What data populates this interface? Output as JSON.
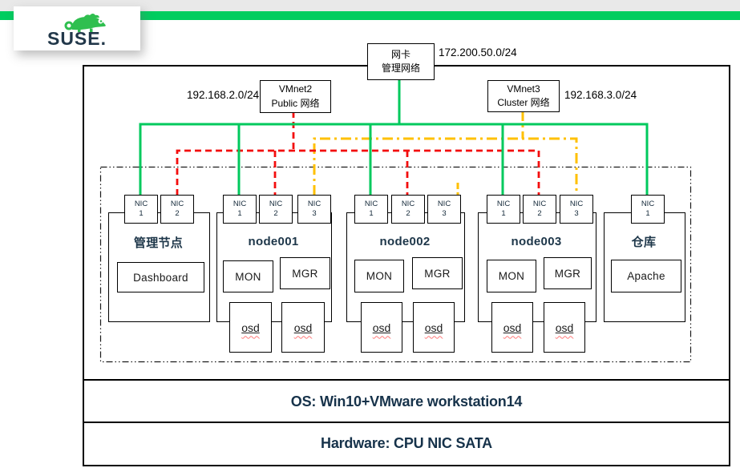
{
  "brand": {
    "wordmark": "SUSE."
  },
  "diagram": {
    "mgmt_net": {
      "label_line1": "网卡",
      "label_line2": "管理网络",
      "subnet": "172.200.50.0/24"
    },
    "public_net": {
      "label_line1": "VMnet2",
      "label_line2": "Public 网络",
      "subnet": "192.168.2.0/24"
    },
    "cluster_net": {
      "label_line1": "VMnet3",
      "label_line2": "Cluster 网络",
      "subnet": "192.168.3.0/24"
    },
    "nodes": [
      {
        "title": "管理节点",
        "nics": [
          {
            "l1": "NIC",
            "l2": "1"
          },
          {
            "l1": "NIC",
            "l2": "2"
          }
        ],
        "services": [
          "Dashboard"
        ],
        "osds": []
      },
      {
        "title": "node001",
        "nics": [
          {
            "l1": "NIC",
            "l2": "1"
          },
          {
            "l1": "NIC",
            "l2": "2"
          },
          {
            "l1": "NIC",
            "l2": "3"
          }
        ],
        "services": [
          "MON",
          "MGR"
        ],
        "osds": [
          "osd",
          "osd"
        ]
      },
      {
        "title": "node002",
        "nics": [
          {
            "l1": "NIC",
            "l2": "1"
          },
          {
            "l1": "NIC",
            "l2": "2"
          },
          {
            "l1": "NIC",
            "l2": "3"
          }
        ],
        "services": [
          "MON",
          "MGR"
        ],
        "osds": [
          "osd",
          "osd"
        ]
      },
      {
        "title": "node003",
        "nics": [
          {
            "l1": "NIC",
            "l2": "1"
          },
          {
            "l1": "NIC",
            "l2": "2"
          },
          {
            "l1": "NIC",
            "l2": "3"
          }
        ],
        "services": [
          "MON",
          "MGR"
        ],
        "osds": [
          "osd",
          "osd"
        ]
      },
      {
        "title": "仓库",
        "nics": [
          {
            "l1": "NIC",
            "l2": "1"
          }
        ],
        "services": [
          "Apache"
        ],
        "osds": []
      }
    ]
  },
  "footer": {
    "os_line": "OS: Win10+VMware workstation14",
    "hardware_line": "Hardware: CPU NIC SATA"
  },
  "colors": {
    "topbar_green": "#00cd5f",
    "mgmt_link_green": "#00c95d",
    "public_link_red": "#f30d0d",
    "cluster_link_gold": "#ffc000",
    "title_navy": "#1d3649"
  }
}
